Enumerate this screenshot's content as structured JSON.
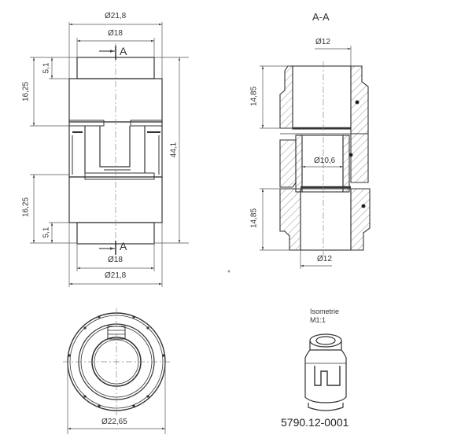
{
  "drawing": {
    "part_number": "5790.12-0001",
    "front_view": {
      "dims": {
        "outer_diameter_top": "Ø21,8",
        "inner_diameter_top": "Ø18",
        "section_marker_top": "A",
        "outer_diameter_bottom": "Ø21,8",
        "inner_diameter_bottom": "Ø18",
        "section_marker_bottom": "A",
        "upper_height": "16,25",
        "upper_shoulder": "5,1",
        "lower_height": "16,25",
        "lower_shoulder": "5,1",
        "total_height": "44,1"
      }
    },
    "section_view": {
      "title": "A-A",
      "dims": {
        "top_bore": "Ø12",
        "upper_length": "14,85",
        "insert_bore": "Ø10,6",
        "lower_length": "14,85",
        "bottom_bore": "Ø12"
      }
    },
    "end_view": {
      "dims": {
        "outer_diameter": "Ø22,65"
      }
    },
    "isometric_view": {
      "label_line1": "Isometrie",
      "label_line2": "M1:1"
    },
    "colors": {
      "line": "#333333",
      "dim_line": "#555555",
      "hatch": "#888888",
      "background": "#ffffff"
    }
  }
}
